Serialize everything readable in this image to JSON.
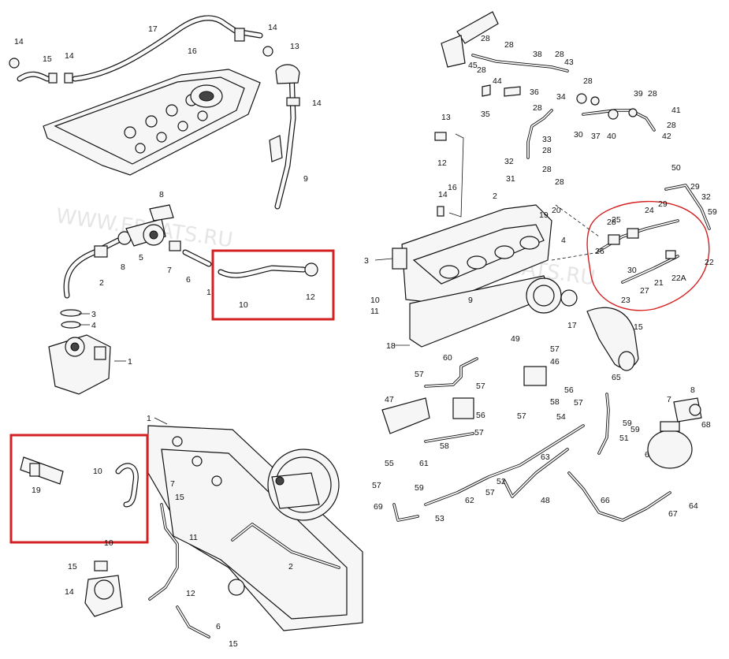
{
  "diagram": {
    "watermarks": [
      "WWW.EPCATS.RU",
      "WWW.EPCATS.RU"
    ],
    "callouts": [
      "14",
      "17",
      "14",
      "15",
      "14",
      "16",
      "13",
      "14",
      "9",
      "8",
      "5",
      "7",
      "6",
      "2",
      "8",
      "1",
      "3",
      "4",
      "1",
      "10",
      "12",
      "1",
      "10",
      "19",
      "7",
      "15",
      "11",
      "2",
      "10",
      "15",
      "14",
      "12",
      "6",
      "15",
      "28",
      "28",
      "45",
      "44",
      "28",
      "38",
      "28",
      "43",
      "28",
      "34",
      "28",
      "36",
      "35",
      "33",
      "28",
      "39",
      "28",
      "41",
      "30",
      "37",
      "40",
      "28",
      "42",
      "13",
      "12",
      "32",
      "28",
      "31",
      "28",
      "14",
      "16",
      "2",
      "19",
      "20",
      "3",
      "4",
      "10",
      "11",
      "18",
      "9",
      "17",
      "15",
      "50",
      "29",
      "32",
      "59",
      "28",
      "25",
      "29",
      "24",
      "26",
      "30",
      "22",
      "22A",
      "21",
      "27",
      "23",
      "49",
      "57",
      "46",
      "56",
      "57",
      "60",
      "57",
      "47",
      "57",
      "56",
      "55",
      "61",
      "58",
      "58",
      "57",
      "54",
      "57",
      "59",
      "51",
      "59",
      "65",
      "8",
      "7",
      "68",
      "6",
      "53",
      "62",
      "52",
      "57",
      "63",
      "48",
      "57",
      "59",
      "69",
      "66",
      "67",
      "64"
    ]
  }
}
